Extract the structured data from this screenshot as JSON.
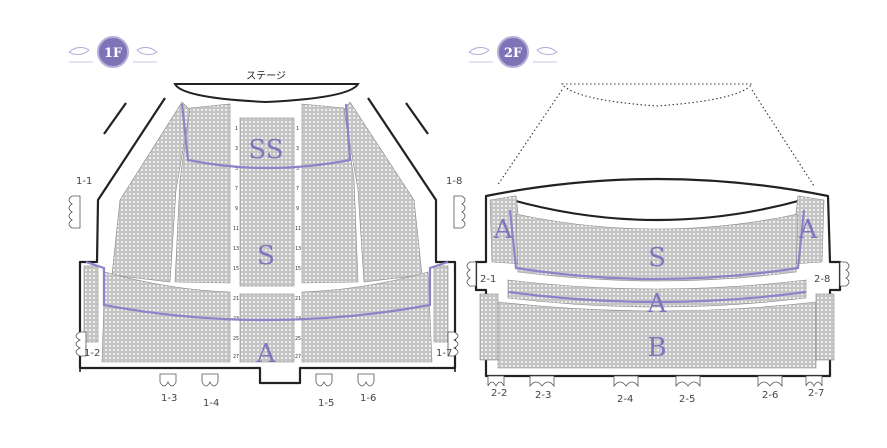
{
  "floor1": {
    "badge": "1F",
    "stage_label": "ステージ",
    "zones": {
      "ss": "SS",
      "s": "S",
      "a": "A"
    },
    "boxes": {
      "b1_1": "1-1",
      "b1_2": "1-2",
      "b1_3": "1-3",
      "b1_4": "1-4",
      "b1_5": "1-5",
      "b1_6": "1-6",
      "b1_7": "1-7",
      "b1_8": "1-8"
    }
  },
  "floor2": {
    "badge": "2F",
    "zones": {
      "s": "S",
      "a_left": "A",
      "a_right": "A",
      "a_center": "A",
      "b": "B"
    },
    "boxes": {
      "b2_1": "2-1",
      "b2_2": "2-2",
      "b2_3": "2-3",
      "b2_4": "2-4",
      "b2_5": "2-5",
      "b2_6": "2-6",
      "b2_7": "2-7",
      "b2_8": "2-8"
    }
  },
  "colors": {
    "accent": "#8c83c9",
    "badge": "#7d74b8",
    "wall": "#222222"
  }
}
